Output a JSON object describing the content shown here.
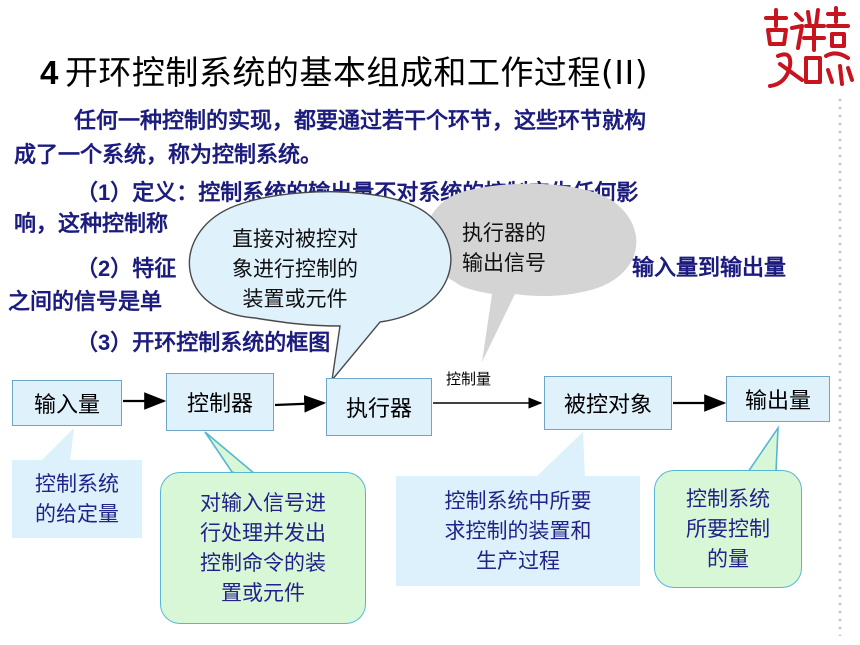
{
  "title": {
    "num": "4",
    "text": "开环控制系统的基本组成和工作过程(II)"
  },
  "para1": {
    "line1": "任何一种控制的实现，都要通过若干个环节，这些环节就构",
    "line2": "成了一个系统，称为控制系统。"
  },
  "para2": {
    "num": "（1）",
    "line1": "定义：控制系统的输出量不对系统的控制产生任何影",
    "line2": "响，这种控制称"
  },
  "para3": {
    "num": "（2）",
    "text": "特征",
    "tail": "输入量到输出量",
    "line2": "之间的信号是单"
  },
  "para4": {
    "num": "（3）",
    "text": "开环控制系统的",
    "tail": "框图"
  },
  "diagram": {
    "blocks": [
      "输入量",
      "控制器",
      "执行器",
      "被控对象",
      "输出量"
    ],
    "edge_label": "控制量"
  },
  "notes": {
    "input": [
      "控制系统",
      "的给定量"
    ],
    "controller": [
      "对输入信号进",
      "行处理并发出",
      "控制命令的装",
      "置或元件"
    ],
    "object": [
      "控制系统中所要",
      "求控制的装置和",
      "生产过程"
    ],
    "output": [
      "控制系统",
      "所要控制",
      "的量"
    ]
  },
  "bubbles": {
    "left": [
      "直接对被控对",
      "象进行控制的",
      "装置或元件"
    ],
    "right": [
      "执行器的",
      "输出信号"
    ]
  },
  "logo": {
    "text": "吉祥如意",
    "color": "#c8141e"
  },
  "colors": {
    "accent_text": "#1c1c7e",
    "box_fill": "#dff1fb",
    "green_fill": "#d8f7d6",
    "bubble_fill": "#d4d4d4"
  }
}
